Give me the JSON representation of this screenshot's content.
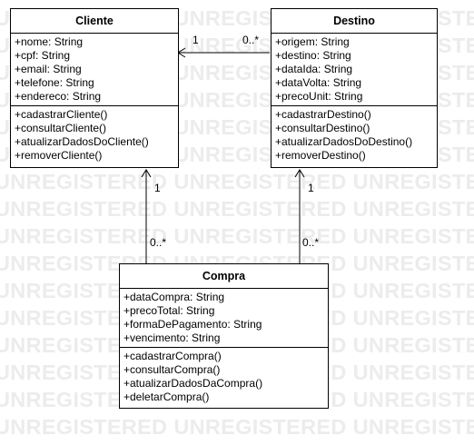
{
  "watermark": "UNREGISTERED",
  "classes": {
    "cliente": {
      "name": "Cliente",
      "attributes": [
        "+nome: String",
        "+cpf: String",
        "+email: String",
        "+telefone: String",
        "+endereco: String"
      ],
      "methods": [
        "+cadastrarCliente()",
        "+consultarCliente()",
        "+atualizarDadosDoCliente()",
        "+removerCliente()"
      ]
    },
    "destino": {
      "name": "Destino",
      "attributes": [
        "+origem: String",
        "+destino: String",
        "+dataIda: String",
        "+dataVolta: String",
        "+precoUnit: String"
      ],
      "methods": [
        "+cadastrarDestino()",
        "+consultarDestino()",
        "+atualizarDadosDoDestino()",
        "+removerDestino()"
      ]
    },
    "compra": {
      "name": "Compra",
      "attributes": [
        "+dataCompra: String",
        "+precoTotal: String",
        "+formaDePagamento: String",
        "+vencimento: String"
      ],
      "methods": [
        "+cadastrarCompra()",
        "+consultarCompra()",
        "+atualizarDadosDaCompra()",
        "+deletarCompra()"
      ]
    }
  },
  "associations": {
    "destino_cliente": {
      "cliente_end": "1",
      "destino_end": "0..*"
    },
    "compra_cliente": {
      "cliente_end": "1",
      "compra_end": "0..*"
    },
    "compra_destino": {
      "destino_end": "1",
      "compra_end": "0..*"
    }
  }
}
